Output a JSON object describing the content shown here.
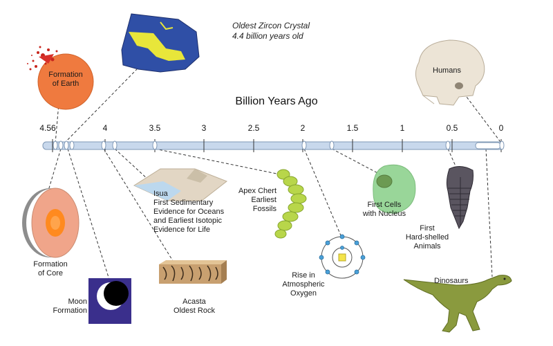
{
  "title": "Billion Years Ago",
  "axis": {
    "ticks": [
      "4.56",
      "4",
      "3.5",
      "3",
      "2.5",
      "2",
      "1.5",
      "1",
      "0.5",
      "0"
    ]
  },
  "labels": {
    "zircon": [
      "Oldest Zircon Crystal",
      "4.4 billion years old"
    ],
    "earth": [
      "Formation",
      "of Earth"
    ],
    "humans": "Humans",
    "core": [
      "Formation",
      "of Core"
    ],
    "moon": [
      "Moon",
      "Formation"
    ],
    "acasta": [
      "Acasta",
      "Oldest Rock"
    ],
    "isua": [
      "Isua",
      "First Sedimentary",
      "Evidence for Oceans",
      "and Earliest Isotopic",
      "Evidence for Life"
    ],
    "apex": [
      "Apex Chert",
      "Earliest",
      "Fossils"
    ],
    "oxygen": [
      "Rise in",
      "Atmospheric",
      "Oxygen"
    ],
    "cells": [
      "First Cells",
      "with Nucleus"
    ],
    "hardshell": [
      "First",
      "Hard-shelled",
      "Animals"
    ],
    "dinosaurs": "Dinosaurs"
  },
  "colors": {
    "bar": "#c8d8ec",
    "bar_stroke": "#7f98b6",
    "earth": "#ef7a3f",
    "core_outer": "#f0a58a",
    "core_inner": "#ff8a1f",
    "moon_bg": "#3a2f8c",
    "dino": "#8a9a3e",
    "fossil": "#b8d64a",
    "cell": "#8fd28f",
    "zircon": "#2f4fa6",
    "zircon_vein": "#e8e63a"
  }
}
